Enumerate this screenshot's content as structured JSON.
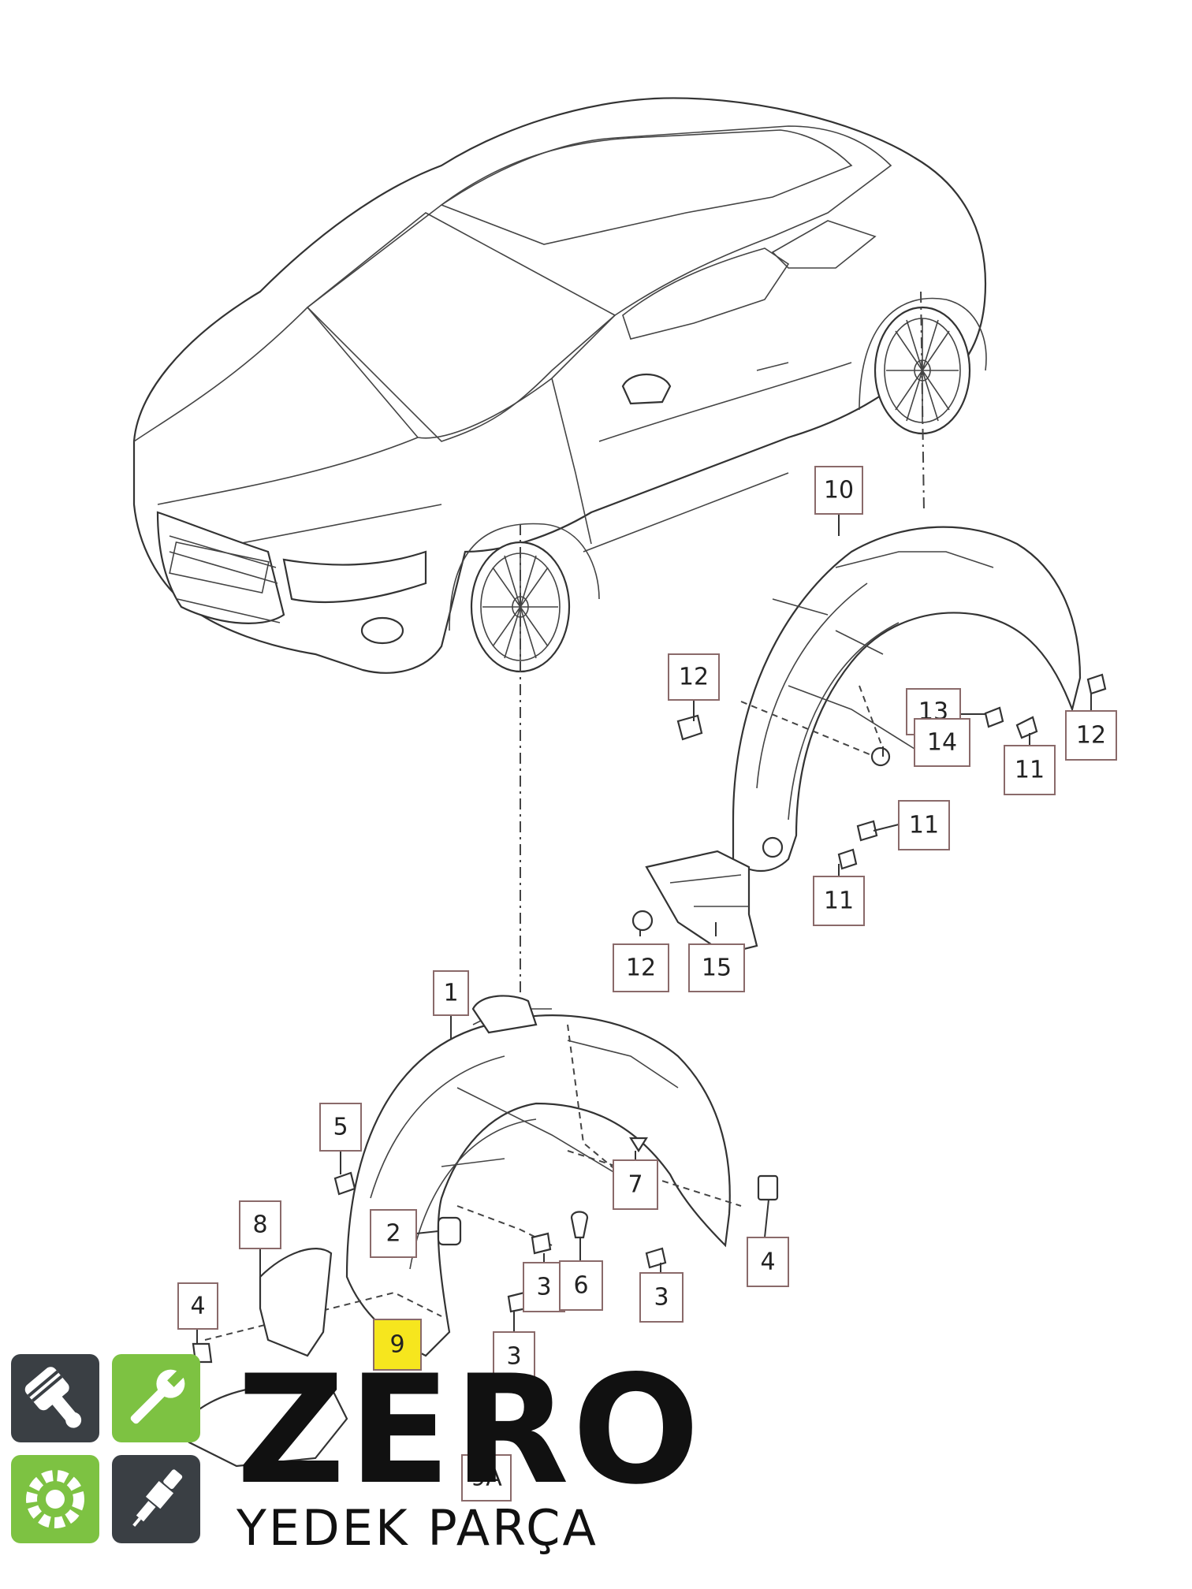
{
  "diagram": {
    "callouts": [
      {
        "id": "c10",
        "label": "10"
      },
      {
        "id": "c12a",
        "label": "12"
      },
      {
        "id": "c13",
        "label": "13"
      },
      {
        "id": "c14",
        "label": "14"
      },
      {
        "id": "c12b",
        "label": "12"
      },
      {
        "id": "c11a",
        "label": "11"
      },
      {
        "id": "c11b",
        "label": "11"
      },
      {
        "id": "c11c",
        "label": "11"
      },
      {
        "id": "c12c",
        "label": "12"
      },
      {
        "id": "c15",
        "label": "15"
      },
      {
        "id": "c1",
        "label": "1"
      },
      {
        "id": "c5",
        "label": "5"
      },
      {
        "id": "c7",
        "label": "7"
      },
      {
        "id": "c2",
        "label": "2"
      },
      {
        "id": "c8",
        "label": "8"
      },
      {
        "id": "c4a",
        "label": "4"
      },
      {
        "id": "c3a",
        "label": "3"
      },
      {
        "id": "c6",
        "label": "6"
      },
      {
        "id": "c3b",
        "label": "3"
      },
      {
        "id": "c4b",
        "label": "4"
      },
      {
        "id": "c3c",
        "label": "3"
      },
      {
        "id": "c9",
        "label": "9",
        "highlighted": true
      },
      {
        "id": "c9a",
        "label": "9A"
      }
    ]
  },
  "brand": {
    "name": "ZERO",
    "tagline": "YEDEK PARÇA",
    "icons": [
      "piston-icon",
      "wrench-icon",
      "gear-icon",
      "spark-plug-icon"
    ],
    "colors": {
      "dark": "#3a3f44",
      "green": "#7dc242",
      "text": "#111111"
    }
  }
}
